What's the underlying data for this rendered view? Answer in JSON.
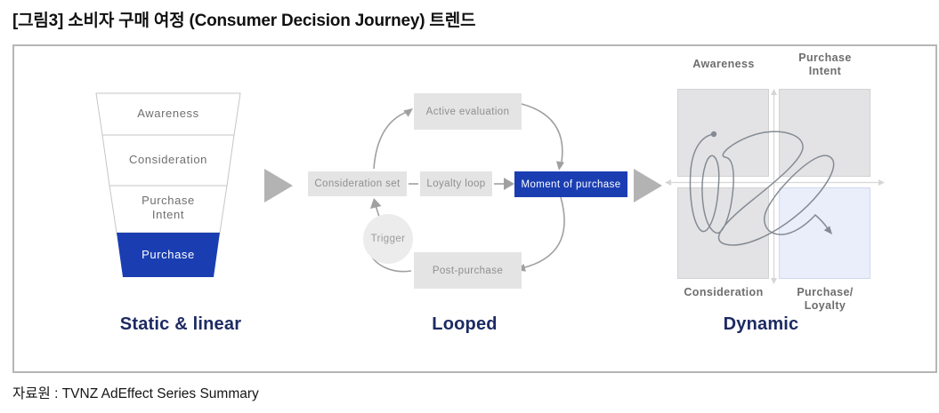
{
  "figure": {
    "title": "[그림3] 소비자 구매 여정 (Consumer Decision Journey) 트렌드",
    "source": "자료원 : TVNZ AdEffect Series Summary"
  },
  "colors": {
    "accent_blue": "#1a3eb2",
    "caption_navy": "#1d2a63",
    "box_gray": "#e4e4e4",
    "quadrant_gray": "#e3e3e5",
    "quadrant_light_blue": "#e9eefa",
    "arrow_gray": "#a0a0a0",
    "axis_light_gray": "#d6d6d6",
    "scribble_gray": "#858b94"
  },
  "funnel": {
    "caption": "Static & linear",
    "stages": [
      {
        "label": "Awareness"
      },
      {
        "label": "Consideration"
      },
      {
        "label": "Purchase\nIntent"
      },
      {
        "label": "Purchase"
      }
    ]
  },
  "loop": {
    "caption": "Looped",
    "nodes": {
      "consideration_set": "Consideration set",
      "loyalty_loop": "Loyalty loop",
      "moment_of_purchase": "Moment of purchase",
      "active_evaluation": "Active evaluation",
      "post_purchase": "Post-purchase",
      "trigger": "Trigger"
    }
  },
  "dynamic": {
    "caption": "Dynamic",
    "labels": {
      "top_left": "Awareness",
      "top_right": "Purchase\nIntent",
      "bottom_left": "Consideration",
      "bottom_right": "Purchase/\nLoyalty"
    }
  }
}
